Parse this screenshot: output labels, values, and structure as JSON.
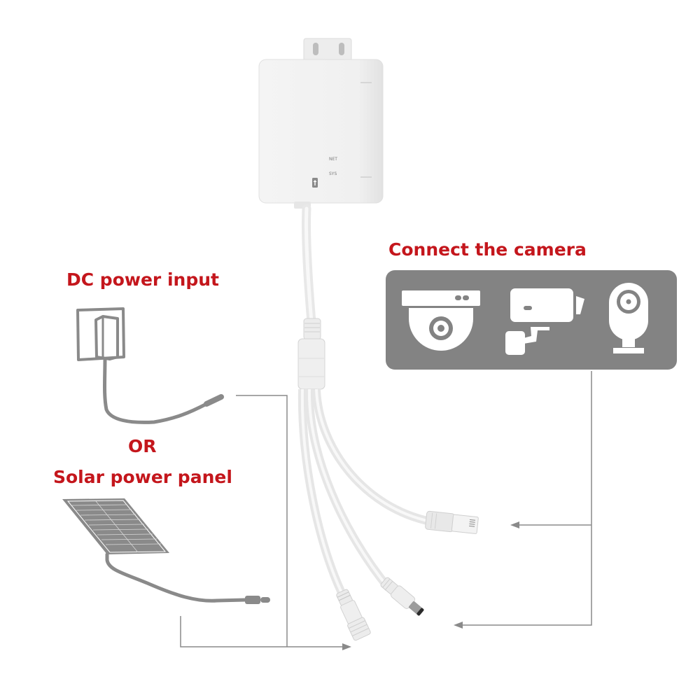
{
  "labels": {
    "connect_camera": "Connect the camera",
    "dc_power_input": "DC power input",
    "or": "OR",
    "solar_power_panel": "Solar power panel"
  },
  "device": {
    "led_net": "NET",
    "led_sys": "SYS"
  },
  "camera_icons": [
    "dome-camera-icon",
    "bullet-camera-icon",
    "cube-camera-icon"
  ],
  "colors": {
    "accent_red": "#c4161c",
    "panel_gray": "#838383",
    "line_gray": "#8a8a8a",
    "cable_white": "#eeeeee"
  }
}
